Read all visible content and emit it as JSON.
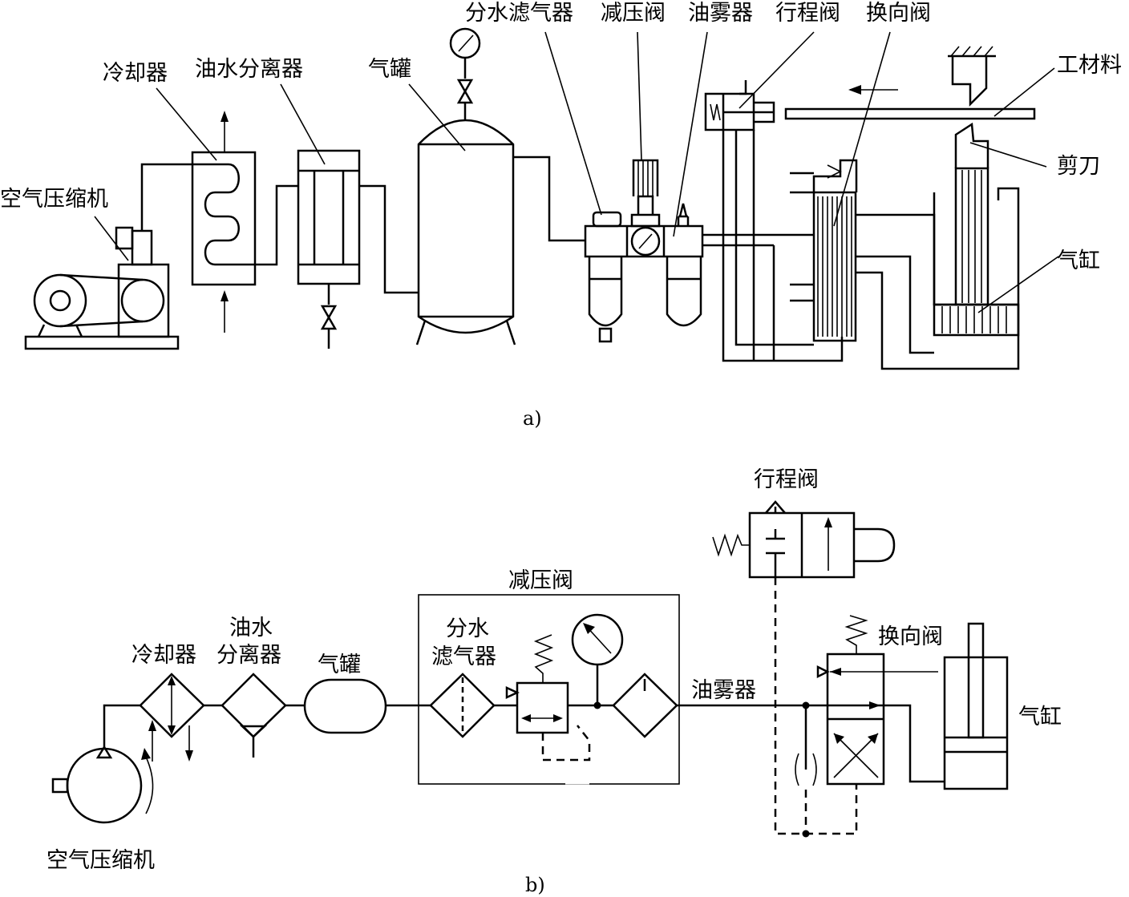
{
  "part_a": {
    "caption": "a)",
    "labels": {
      "compressor": "空气压缩机",
      "cooler": "冷却器",
      "separator": "油水分离器",
      "tank": "气罐",
      "filter": "分水滤气器",
      "reducer": "减压阀",
      "lubricator": "油雾器",
      "travel_valve": "行程阀",
      "reversing_valve": "换向阀",
      "workpiece": "工材料",
      "scissors": "剪刀",
      "cylinder": "气缸"
    }
  },
  "part_b": {
    "caption": "b)",
    "labels": {
      "compressor": "空气压缩机",
      "cooler": "冷却器",
      "separator_line1": "油水",
      "separator_line2": "分离器",
      "tank": "气罐",
      "filter_line1": "分水",
      "filter_line2": "滤气器",
      "reducer": "减压阀",
      "lubricator": "油雾器",
      "travel_valve": "行程阀",
      "reversing_valve": "换向阀",
      "cylinder": "气缸"
    }
  }
}
